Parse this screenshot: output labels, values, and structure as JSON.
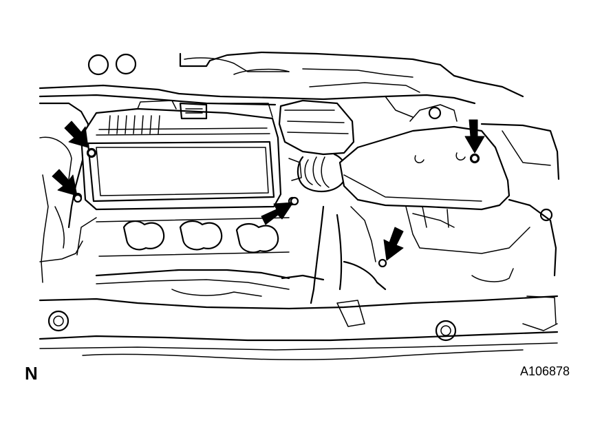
{
  "figure": {
    "corner_label": "N",
    "figure_id": "A106878"
  },
  "colors": {
    "line": "#000000",
    "background": "#ffffff"
  },
  "callouts": {
    "arrow_count": 5
  }
}
